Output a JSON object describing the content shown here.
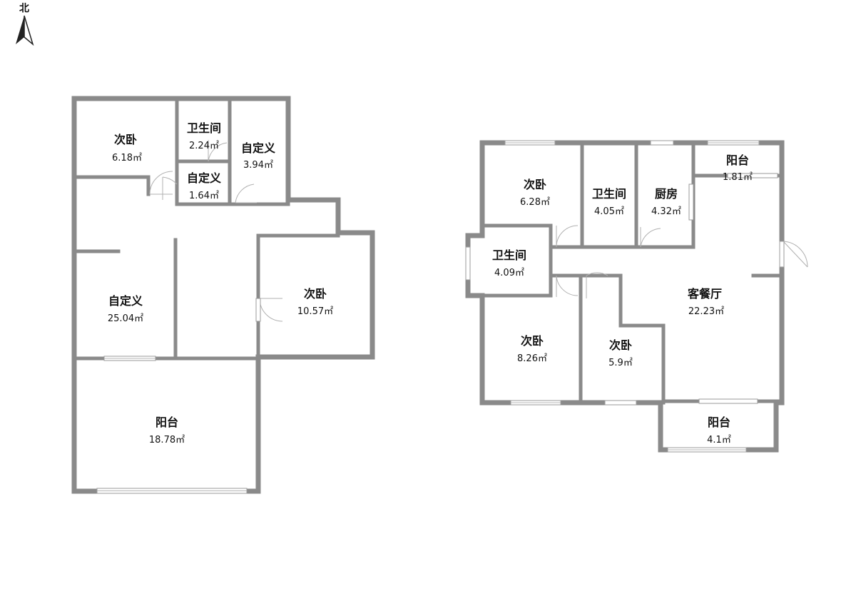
{
  "compass": {
    "label": "北"
  },
  "left_plan": {
    "rooms": [
      {
        "id": "bedroom-a",
        "name": "次卧",
        "area": "6.18㎡"
      },
      {
        "id": "bath-a",
        "name": "卫生间",
        "area": "2.24㎡"
      },
      {
        "id": "custom-a",
        "name": "自定义",
        "area": "3.94㎡"
      },
      {
        "id": "custom-b",
        "name": "自定义",
        "area": "1.64㎡"
      },
      {
        "id": "custom-c",
        "name": "自定义",
        "area": "25.04㎡"
      },
      {
        "id": "bedroom-b",
        "name": "次卧",
        "area": "10.57㎡"
      },
      {
        "id": "balcony-a",
        "name": "阳台",
        "area": "18.78㎡"
      }
    ]
  },
  "right_plan": {
    "rooms": [
      {
        "id": "bedroom-c",
        "name": "次卧",
        "area": "6.28㎡"
      },
      {
        "id": "bath-b",
        "name": "卫生间",
        "area": "4.05㎡"
      },
      {
        "id": "kitchen",
        "name": "厨房",
        "area": "4.32㎡"
      },
      {
        "id": "balcony-b",
        "name": "阳台",
        "area": "1.81㎡"
      },
      {
        "id": "bath-c",
        "name": "卫生间",
        "area": "4.09㎡"
      },
      {
        "id": "living",
        "name": "客餐厅",
        "area": "22.23㎡"
      },
      {
        "id": "bedroom-d",
        "name": "次卧",
        "area": "8.26㎡"
      },
      {
        "id": "bedroom-e",
        "name": "次卧",
        "area": "5.9㎡"
      },
      {
        "id": "balcony-c",
        "name": "阳台",
        "area": "4.1㎡"
      }
    ]
  }
}
